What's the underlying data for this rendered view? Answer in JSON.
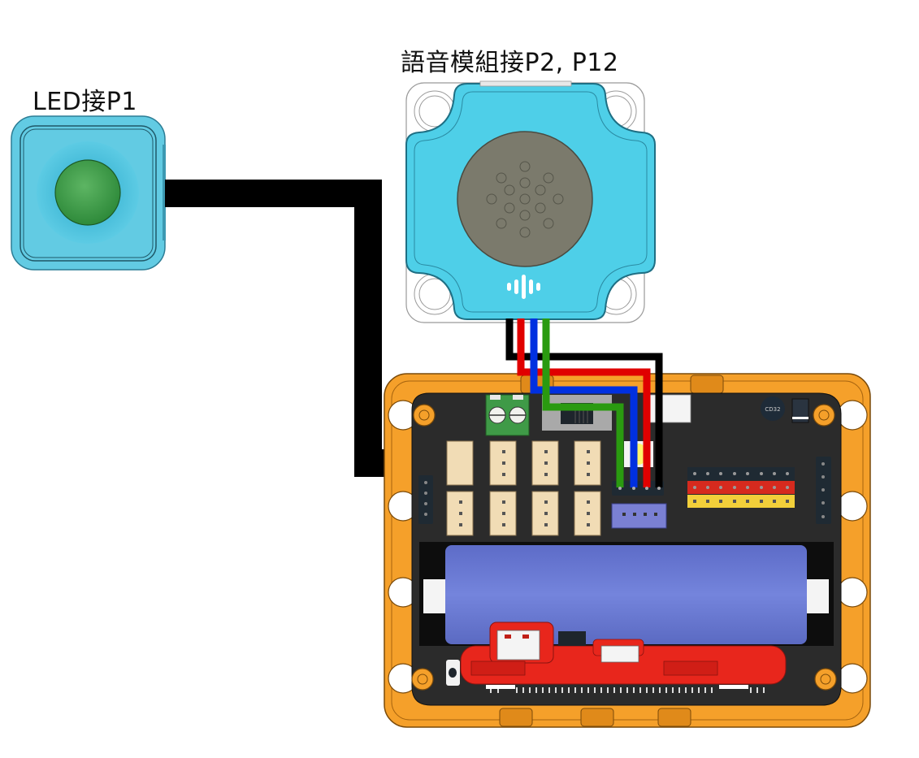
{
  "labels": {
    "led": "LED接P1",
    "voice_module": "語音模組接P2, P12"
  },
  "components": {
    "led_module": {
      "name": "LED",
      "pin": "P1",
      "led_color": "green"
    },
    "voice_module": {
      "name": "語音模組",
      "pins": [
        "P2",
        "P12"
      ],
      "icon": "sound-wave-icon"
    },
    "expansion_board": {
      "chip_label": "CD32"
    }
  },
  "wires": [
    {
      "name": "led-cable",
      "color": "#000000"
    },
    {
      "name": "voice-black",
      "color": "#000000"
    },
    {
      "name": "voice-red",
      "color": "#e00000"
    },
    {
      "name": "voice-blue",
      "color": "#0030e0"
    },
    {
      "name": "voice-green",
      "color": "#2a9a10"
    }
  ],
  "colors": {
    "module_blue": "#4fcfe8",
    "led_green": "#3d9a4a",
    "board_orange": "#f5a02a",
    "pcb_dark": "#2b2b2b",
    "battery": "#6f7fd6",
    "microbit_red": "#e8261c",
    "connector_tan": "#f1dcb5",
    "speaker_grey": "#7b7a6c"
  }
}
